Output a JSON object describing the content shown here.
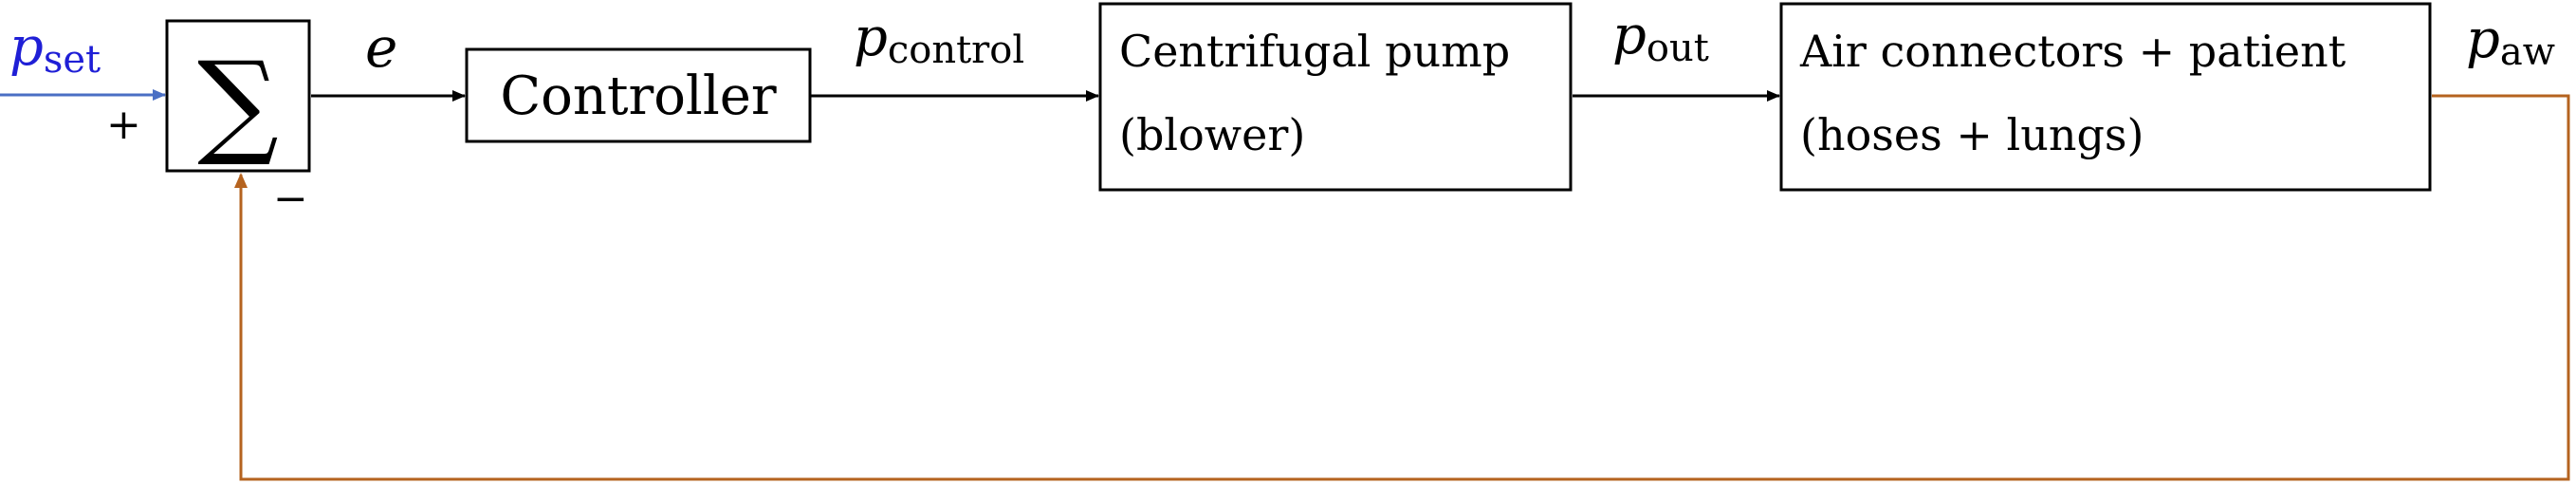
{
  "diagram": {
    "input_signal": {
      "symbol": "p",
      "subscript": "set"
    },
    "sum_block": {
      "symbol": "∑",
      "plus_sign": "+",
      "minus_sign": "−"
    },
    "error_signal": {
      "symbol": "e"
    },
    "controller_block": {
      "label": "Controller"
    },
    "control_signal": {
      "symbol": "p",
      "subscript": "control"
    },
    "pump_block": {
      "line1": "Centrifugal pump",
      "line2": "(blower)"
    },
    "pump_output_signal": {
      "symbol": "p",
      "subscript": "out"
    },
    "patient_block": {
      "line1": "Air connectors + patient",
      "line2": "(hoses + lungs)"
    },
    "output_signal": {
      "symbol": "p",
      "subscript": "aw"
    }
  },
  "colors": {
    "input": "#1f1fd6",
    "input_arrow": "#4a6fc4",
    "feedback": "#b5631f",
    "line": "#000000"
  }
}
